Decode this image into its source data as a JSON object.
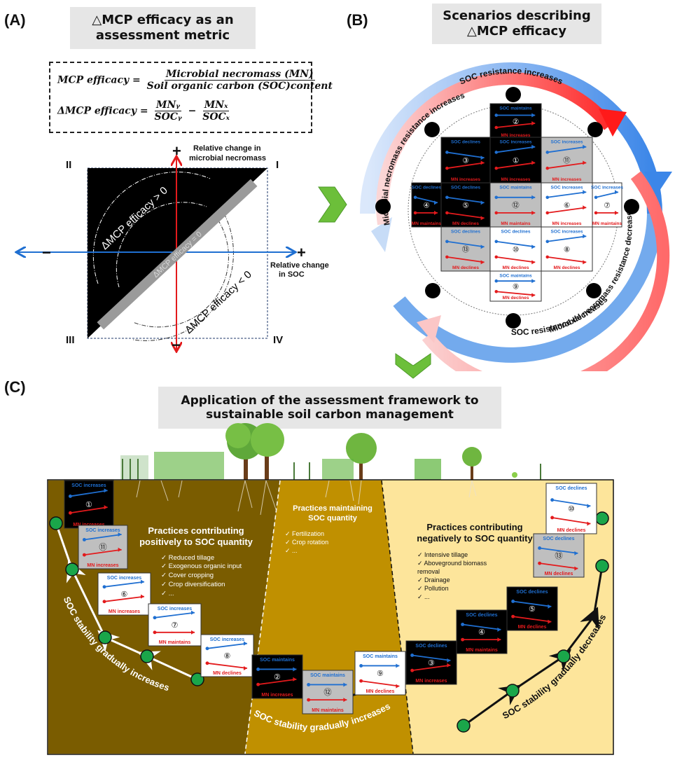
{
  "panelA": {
    "label": "(A)",
    "title_line1": "△MCP efficacy as an",
    "title_line2": "assessment metric",
    "formula1": {
      "lhs": "MCP efficacy =",
      "numerator": "Microbial necromass (MN)",
      "denominator": "Soil organic carbon (SOC)content"
    },
    "formula2": {
      "lhs": "ΔMCP efficacy =",
      "num1": "MNᵧ",
      "den1": "SOCᵧ",
      "minus": "−",
      "num2": "MNₓ",
      "den2": "SOCₓ"
    },
    "y_axis_plus": "+",
    "y_axis_minus": "−",
    "x_axis_plus": "+",
    "x_axis_minus": "−",
    "y_axis_label_line1": "Relative change in",
    "y_axis_label_line2": "microbial necromass",
    "x_axis_label_line1": "Relative change",
    "x_axis_label_line2": "in SOC",
    "quadrants": {
      "I": "I",
      "II": "II",
      "III": "III",
      "IV": "IV"
    },
    "gt_zero": "ΔMCP efficacy > 0",
    "eq_zero": "ΔMCP efficacy = 0",
    "lt_zero": "ΔMCP efficacy < 0",
    "colors": {
      "soc_axis": "#1f6fd1",
      "mn_axis": "#e31a1c",
      "upper_triangle": "#000000",
      "diagonal_bar": "#9a9a9a"
    }
  },
  "panelB": {
    "label": "(B)",
    "title_line1": "Scenarios describing",
    "title_line2": "△MCP efficacy",
    "outer_top_arc": "SOC resistance increases",
    "outer_bottom_arc": "SOC resistance decreases",
    "inner_left_arc": "Microbial necromass resistance increases",
    "inner_right_arc": "Microbial necromass resistance decreases",
    "scenarios": [
      {
        "id": "2",
        "num": "②",
        "soc": "SOC maintains",
        "mn": "MN increases",
        "bg": "black"
      },
      {
        "id": "3",
        "num": "③",
        "soc": "SOC declines",
        "mn": "MN increases",
        "bg": "black"
      },
      {
        "id": "1",
        "num": "①",
        "soc": "SOC increases",
        "mn": "MN increases",
        "bg": "black"
      },
      {
        "id": "11",
        "num": "⑪",
        "soc": "SOC increases",
        "mn": "MN increases",
        "bg": "gray"
      },
      {
        "id": "4",
        "num": "④",
        "soc": "SOC declines",
        "mn": "MN maintains",
        "bg": "black"
      },
      {
        "id": "5",
        "num": "⑤",
        "soc": "SOC declines",
        "mn": "MN declines",
        "bg": "black"
      },
      {
        "id": "12",
        "num": "⑫",
        "soc": "SOC maintains",
        "mn": "MN maintains",
        "bg": "gray"
      },
      {
        "id": "6",
        "num": "⑥",
        "soc": "SOC increases",
        "mn": "MN increases",
        "bg": "white"
      },
      {
        "id": "7",
        "num": "⑦",
        "soc": "SOC increases",
        "mn": "MN maintains",
        "bg": "white"
      },
      {
        "id": "13",
        "num": "⑬",
        "soc": "SOC declines",
        "mn": "MN declines",
        "bg": "gray"
      },
      {
        "id": "10",
        "num": "⑩",
        "soc": "SOC declines",
        "mn": "MN declines",
        "bg": "white"
      },
      {
        "id": "8",
        "num": "⑧",
        "soc": "SOC increases",
        "mn": "MN declines",
        "bg": "white"
      },
      {
        "id": "9",
        "num": "⑨",
        "soc": "SOC maintains",
        "mn": "MN declines",
        "bg": "white"
      }
    ]
  },
  "panelC": {
    "label": "(C)",
    "title_line1": "Application of the assessment framework to",
    "title_line2": "sustainable soil carbon management",
    "positive": {
      "title_line1": "Practices contributing",
      "title_line2": "positively  to SOC quantity",
      "items": [
        "Reduced tillage",
        "Exogenous organic input",
        "Cover cropping",
        "Crop diversification",
        "..."
      ],
      "curve_label": "SOC stability gradually increases"
    },
    "maintaining": {
      "title_line1": "Practices maintaining",
      "title_line2": "SOC quantity",
      "items": [
        "Fertilization",
        "Crop rotation",
        "..."
      ],
      "curve_label": "SOC stability gradually increases"
    },
    "negative": {
      "title_line1": "Practices contributing",
      "title_line2": "negatively  to SOC quantity",
      "items": [
        "Intensive tillage",
        "Aboveground biomass removal",
        "Drainage",
        "Pollution",
        "..."
      ],
      "curve_label": "SOC stability gradually decreases"
    },
    "cards": [
      {
        "id": "1",
        "num": "①",
        "soc": "SOC increases",
        "mn": "MN increases",
        "bg": "black"
      },
      {
        "id": "11",
        "num": "⑪",
        "soc": "SOC increases",
        "mn": "MN increases",
        "bg": "gray"
      },
      {
        "id": "6",
        "num": "⑥",
        "soc": "SOC increases",
        "mn": "MN increases",
        "bg": "white"
      },
      {
        "id": "7",
        "num": "⑦",
        "soc": "SOC increases",
        "mn": "MN maintains",
        "bg": "white"
      },
      {
        "id": "8",
        "num": "⑧",
        "soc": "SOC increases",
        "mn": "MN declines",
        "bg": "white"
      },
      {
        "id": "2",
        "num": "②",
        "soc": "SOC maintains",
        "mn": "MN increases",
        "bg": "black"
      },
      {
        "id": "12",
        "num": "⑫",
        "soc": "SOC maintains",
        "mn": "MN maintains",
        "bg": "gray"
      },
      {
        "id": "9",
        "num": "⑨",
        "soc": "SOC maintains",
        "mn": "MN declines",
        "bg": "white"
      },
      {
        "id": "3",
        "num": "③",
        "soc": "SOC declines",
        "mn": "MN increases",
        "bg": "black"
      },
      {
        "id": "4",
        "num": "④",
        "soc": "SOC declines",
        "mn": "MN  maintains",
        "bg": "black"
      },
      {
        "id": "5",
        "num": "⑤",
        "soc": "SOC declines",
        "mn": "MN declines",
        "bg": "black"
      },
      {
        "id": "13",
        "num": "⑬",
        "soc": "SOC declines",
        "mn": "MN declines",
        "bg": "gray"
      },
      {
        "id": "10",
        "num": "⑩",
        "soc": "SOC declines",
        "mn": "MN declines",
        "bg": "white"
      }
    ],
    "colors": {
      "zone_positive": "#7a5c00",
      "zone_maintaining": "#c09000",
      "zone_negative": "#fde59b",
      "node": "#1aa64a"
    }
  },
  "colors": {
    "soc": "#1f6fd1",
    "mn": "#e31a1c",
    "card_gray": "#bfbfbf",
    "title_bg": "#e6e6e6",
    "chevron": "#6cbf3a"
  }
}
